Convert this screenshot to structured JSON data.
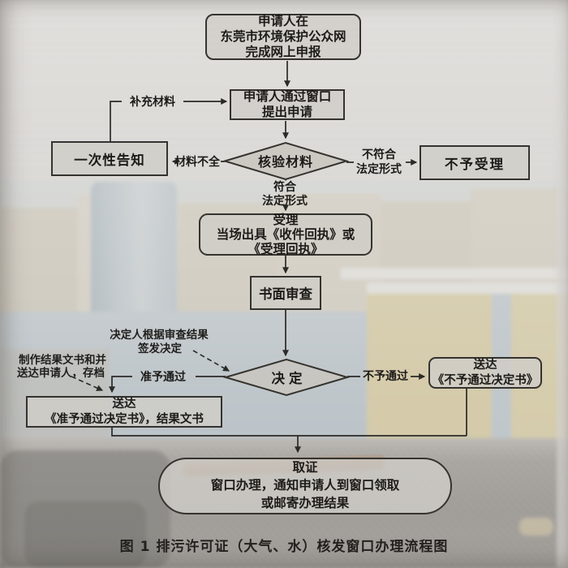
{
  "caption": "图 1 排污许可证（大气、水）核发窗口办理流程图",
  "colors": {
    "ink": "#1c1b18",
    "box_fill": "#d0cdc8",
    "photo_blue_wall": "#b4c2cc",
    "photo_yellow_cabinet": "#d8c78c",
    "photo_blue_tower": "#a4b6c3"
  },
  "nodes": {
    "apply_online": {
      "lines": [
        "申请人在",
        "东莞市环境保护公众网",
        "完成网上申报"
      ]
    },
    "window_apply": {
      "lines": [
        "申请人通过窗口",
        "提出申请"
      ]
    },
    "verify": {
      "label": "核验材料"
    },
    "one_time_notice": {
      "label": "一次性告知"
    },
    "not_accepted": {
      "label": "不予受理"
    },
    "accept": {
      "lines": [
        "受理",
        "当场出具《收件回执》或",
        "《受理回执》"
      ]
    },
    "written_review": {
      "label": "书面审查"
    },
    "decision": {
      "label": "决定"
    },
    "deliver_approved": {
      "lines": [
        "送达",
        "《准予通过决定书》，结果文书"
      ]
    },
    "deliver_rejected": {
      "lines": [
        "送达",
        "《不予通过决定书》"
      ]
    },
    "obtain_result": {
      "lines": [
        "取证",
        "窗口办理，通知申请人到窗口领取",
        "或邮寄办理结果"
      ]
    }
  },
  "edge_labels": {
    "supplement": "补充材料",
    "incomplete": "材料不全",
    "not_legal_form": {
      "lines": [
        "不符合",
        "法定形式"
      ]
    },
    "legal_form": {
      "lines": [
        "符合",
        "法定形式"
      ]
    },
    "approved": "准予通过",
    "not_approved": "不予通过"
  },
  "annotations": {
    "sign_decision": {
      "lines": [
        "决定人根据审查结果",
        "签发决定"
      ]
    },
    "make_archive": {
      "lines": [
        "制作结果文书和并",
        "送达申请人，存档"
      ]
    }
  }
}
